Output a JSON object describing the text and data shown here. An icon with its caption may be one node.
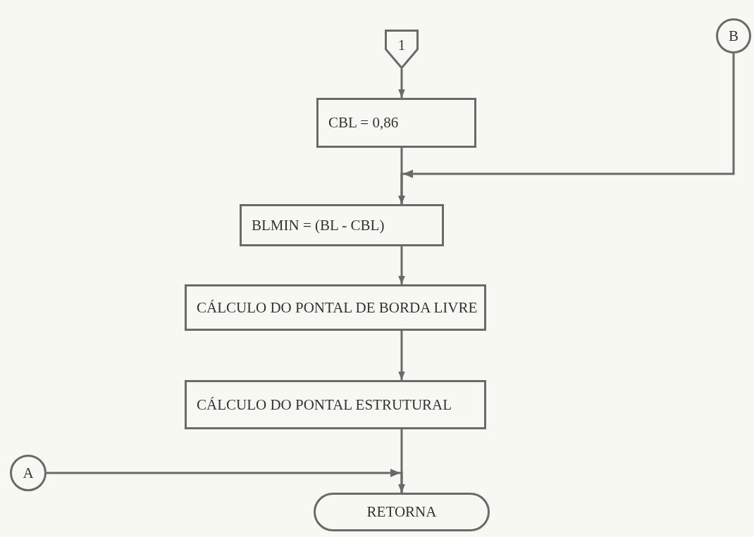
{
  "diagram": {
    "nodes": [
      {
        "text": [
          "1"
        ]
      },
      {
        "text": [
          "CBL = 0,86"
        ]
      },
      {
        "text": [
          "B"
        ]
      },
      {
        "text": [
          "BLMIN = (BL - CBL)"
        ]
      },
      {
        "text": [
          "CÁLCULO DO PONTAL DE BORDA LIVRE"
        ]
      },
      {
        "text": [
          "CÁLCULO DO PONTAL ESTRUTURAL"
        ]
      },
      {
        "text": [
          "A"
        ]
      },
      {
        "text": [
          "RETORNA"
        ]
      }
    ],
    "edges": [
      {
        "from": 0,
        "to": 1,
        "arrow": "to"
      },
      {
        "from": 1,
        "to": 3,
        "arrow": "to"
      },
      {
        "from": 2,
        "to": 3,
        "arrow": "to"
      },
      {
        "from": 3,
        "to": 4,
        "arrow": "to"
      },
      {
        "from": 4,
        "to": 5,
        "arrow": "to"
      },
      {
        "from": 5,
        "to": 7,
        "arrow": "to"
      },
      {
        "from": 6,
        "to": 7,
        "arrow": "to"
      }
    ]
  }
}
